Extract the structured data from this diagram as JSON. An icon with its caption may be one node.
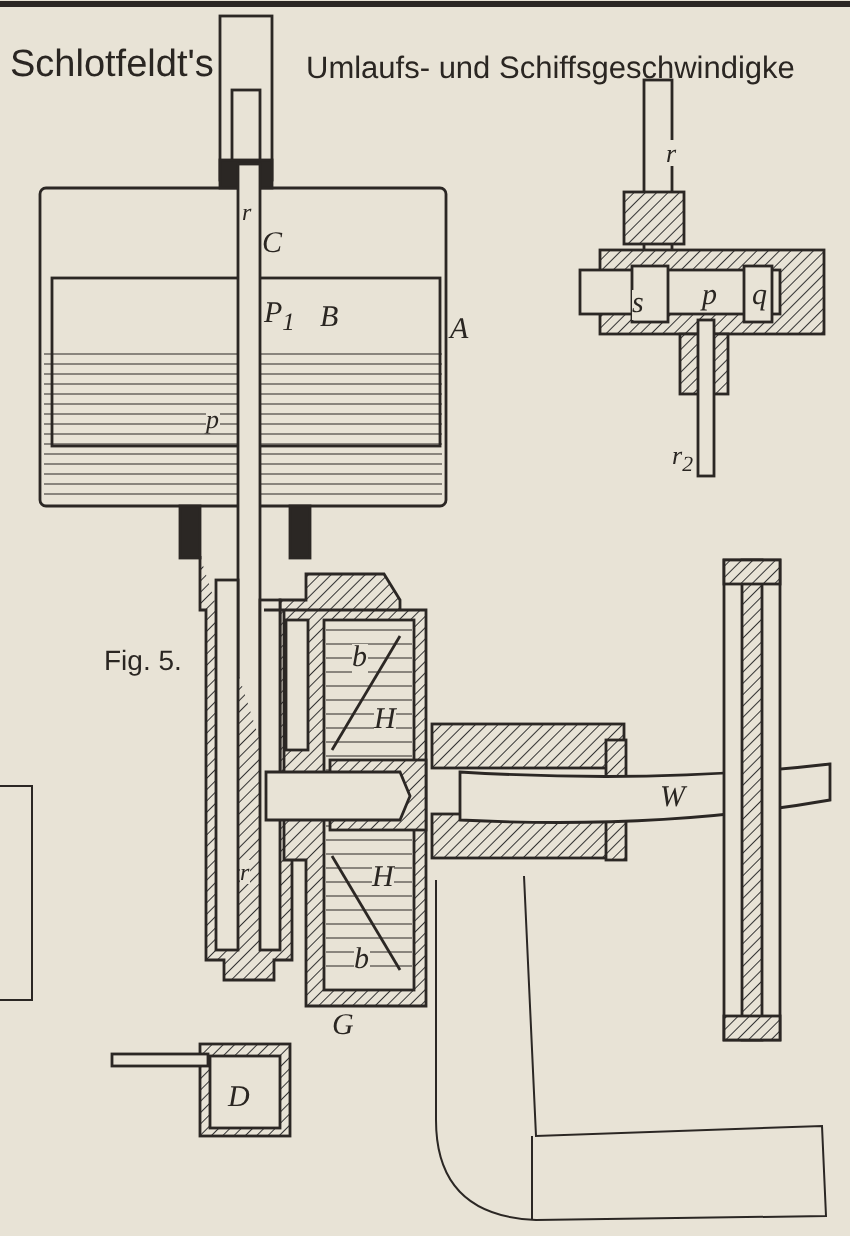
{
  "diagram": {
    "labels": [
      "Schlotfeldt's",
      "Umlaufs- und Schiffsgeschwindigke",
      "r",
      "C",
      "P$_{1}$",
      "B",
      "A",
      "r",
      "s",
      "p",
      "q",
      "r$_{2}$",
      "p",
      "Fig. 5.",
      "b",
      "H",
      "W",
      "r",
      "H",
      "b",
      "G",
      "D"
    ]
  }
}
